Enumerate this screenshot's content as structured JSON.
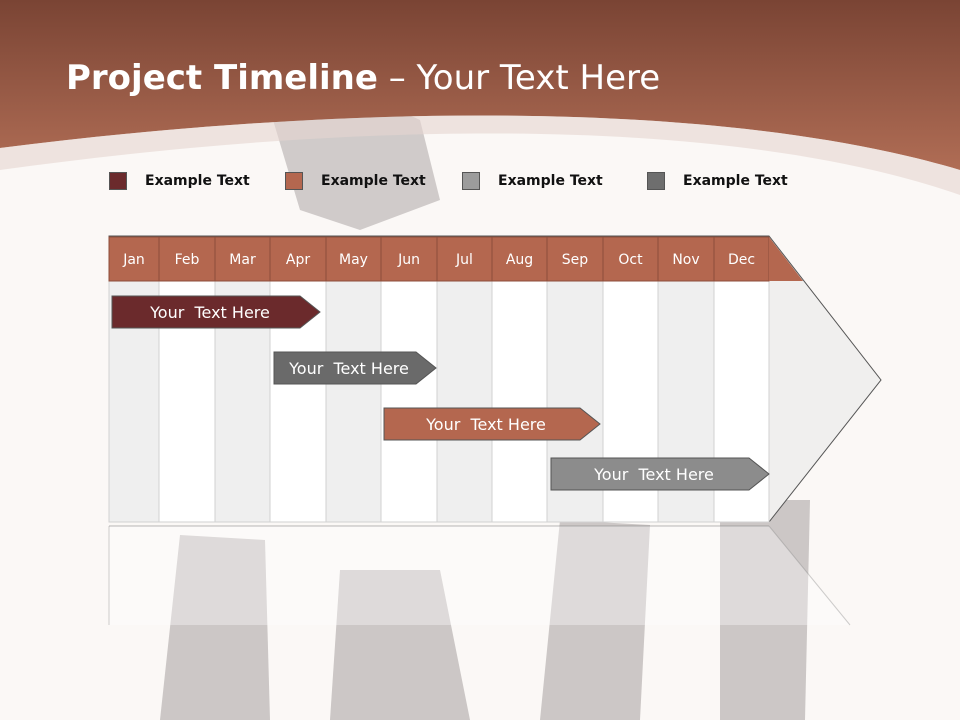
{
  "slide": {
    "title_bold": "Project Timeline",
    "title_rest": " – Your Text Here"
  },
  "legend": [
    {
      "label": "Example Text",
      "color": "#6b2a2c"
    },
    {
      "label": "Example Text",
      "color": "#b4674f"
    },
    {
      "label": "Example Text",
      "color": "#9c9c9c"
    },
    {
      "label": "Example Text",
      "color": "#6e6e6e"
    }
  ],
  "timeline": {
    "months": [
      "Jan",
      "Feb",
      "Mar",
      "Apr",
      "May",
      "Jun",
      "Jul",
      "Aug",
      "Sep",
      "Oct",
      "Nov",
      "Dec"
    ],
    "tasks": [
      {
        "label": "Your  Text Here",
        "color": "#6b2a2c"
      },
      {
        "label": "Your  Text Here",
        "color": "#6a6a6a"
      },
      {
        "label": "Your  Text Here",
        "color": "#b4674f"
      },
      {
        "label": "Your  Text Here",
        "color": "#8c8c8c"
      }
    ]
  }
}
